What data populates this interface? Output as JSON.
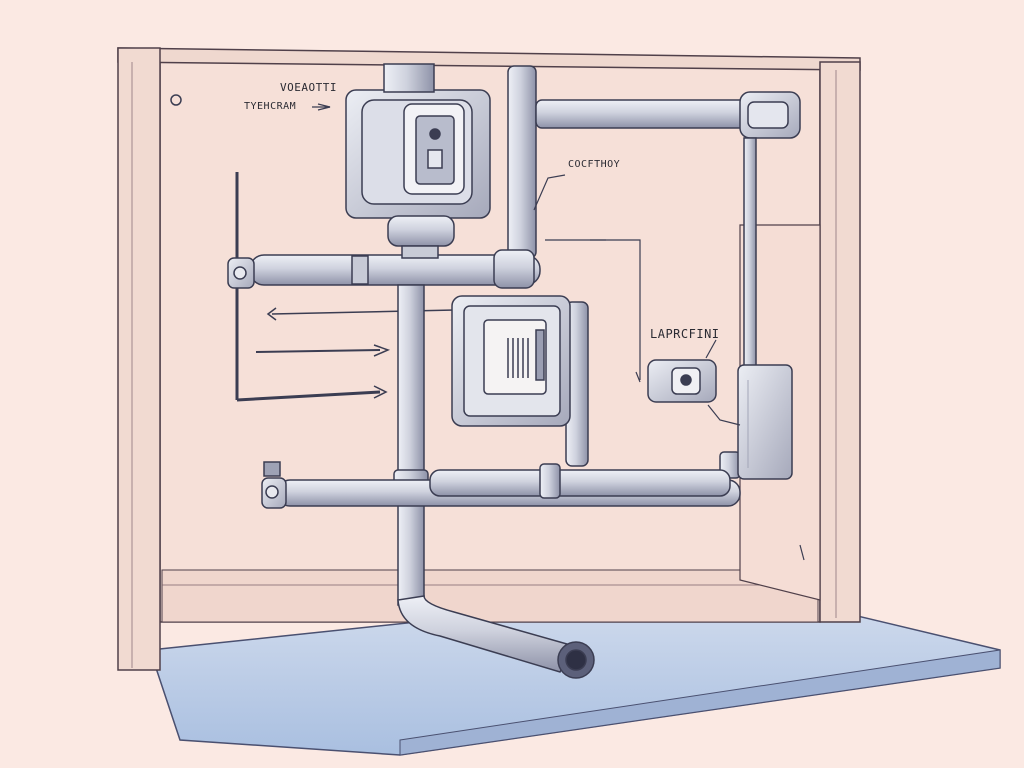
{
  "labels": {
    "top": "VOEAOTTI",
    "subtop": "TYEHCRAM",
    "middle": "COCFTHOY",
    "right": "LAPRCFINI"
  },
  "colors": {
    "background": "#fbe9e3",
    "wall": "#f7e2da",
    "frame": "#f2dcd3",
    "frame_edge": "#d2b8b0",
    "floor": "#bccde6",
    "pipe": "#d3d5e0",
    "pipe_shadow": "#a3a6b8",
    "outline": "#3b3d52",
    "device": "#d6d8e2",
    "device_screen": "#f3eeee"
  },
  "icons": {
    "top_unit": "water-heater-unit-icon",
    "middle_unit": "control-panel-unit-icon",
    "right_sensor": "sensor-box-icon",
    "right_panel": "wall-panel-icon"
  }
}
